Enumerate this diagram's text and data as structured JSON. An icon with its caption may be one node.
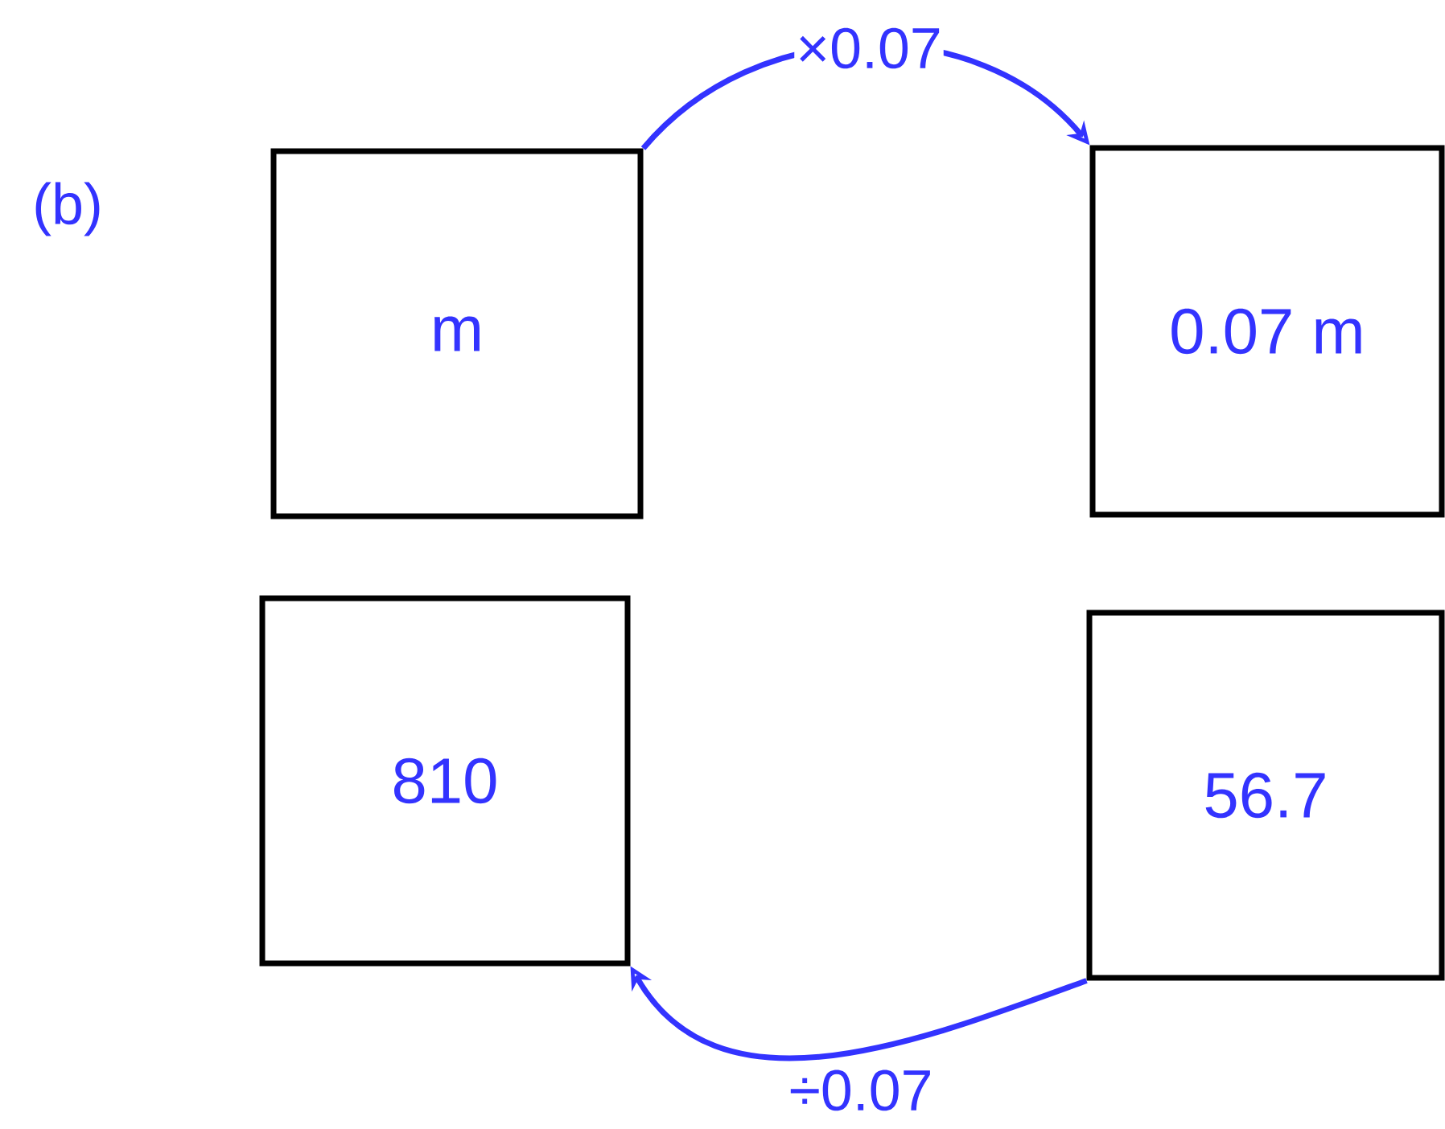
{
  "diagram": {
    "nodes": [
      {
        "text": [
          "m"
        ]
      },
      {
        "text": [
          "0.07 m"
        ]
      },
      {
        "text": [
          "810"
        ]
      },
      {
        "text": [
          "56.7"
        ]
      }
    ],
    "edges": [
      {
        "from": 0,
        "to": 1,
        "arrow": "to",
        "label": "×0.07"
      },
      {
        "from": 3,
        "to": 2,
        "arrow": "to",
        "label": "÷0.07"
      }
    ],
    "labels": [
      "(b)"
    ]
  }
}
